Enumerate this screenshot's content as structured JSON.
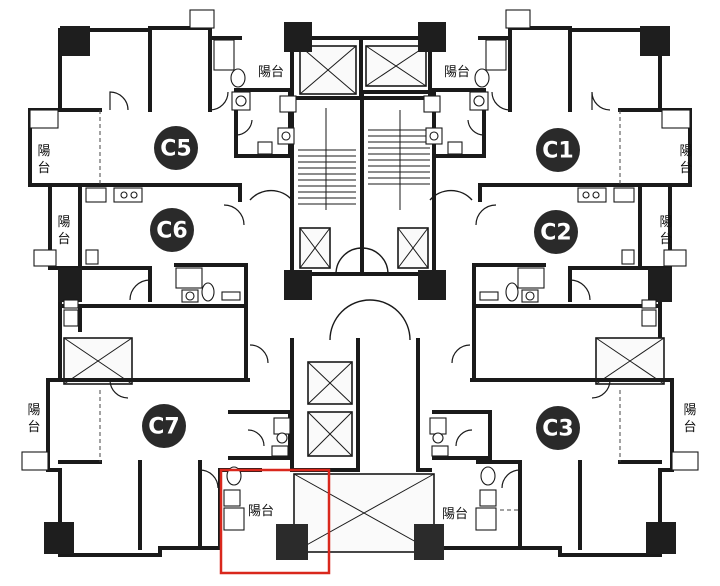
{
  "units": [
    {
      "id": "c5",
      "label": "C5"
    },
    {
      "id": "c1",
      "label": "C1"
    },
    {
      "id": "c6",
      "label": "C6"
    },
    {
      "id": "c2",
      "label": "C2"
    },
    {
      "id": "c7",
      "label": "C7"
    },
    {
      "id": "c3",
      "label": "C3"
    }
  ],
  "balcony": {
    "label": "陽台",
    "v_top": "陽",
    "v_bottom": "台"
  },
  "colors": {
    "highlight": "#d9271c",
    "ink": "#1a1a1a",
    "badge": "#2a2a2a"
  }
}
